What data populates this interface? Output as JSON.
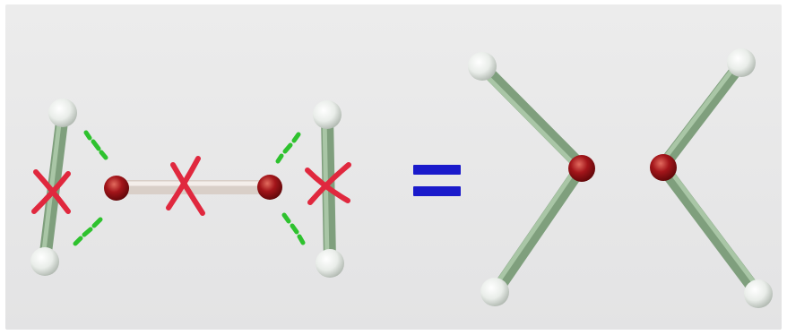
{
  "image": {
    "background_color": "#e9e9ea",
    "frame_color": "#ffffff"
  },
  "colors": {
    "atom_red": "#a3151a",
    "atom_white": "#eef1ee",
    "bond_green": "#8fb08d",
    "bond_white": "#ebe3dd",
    "cross_red": "#e0283e",
    "dash_green": "#2ec22e",
    "equals_blue": "#1a1acb"
  },
  "icons": {
    "cross": "red-x-mark",
    "equals": "equals-sign",
    "dash": "green-dash-mark"
  }
}
